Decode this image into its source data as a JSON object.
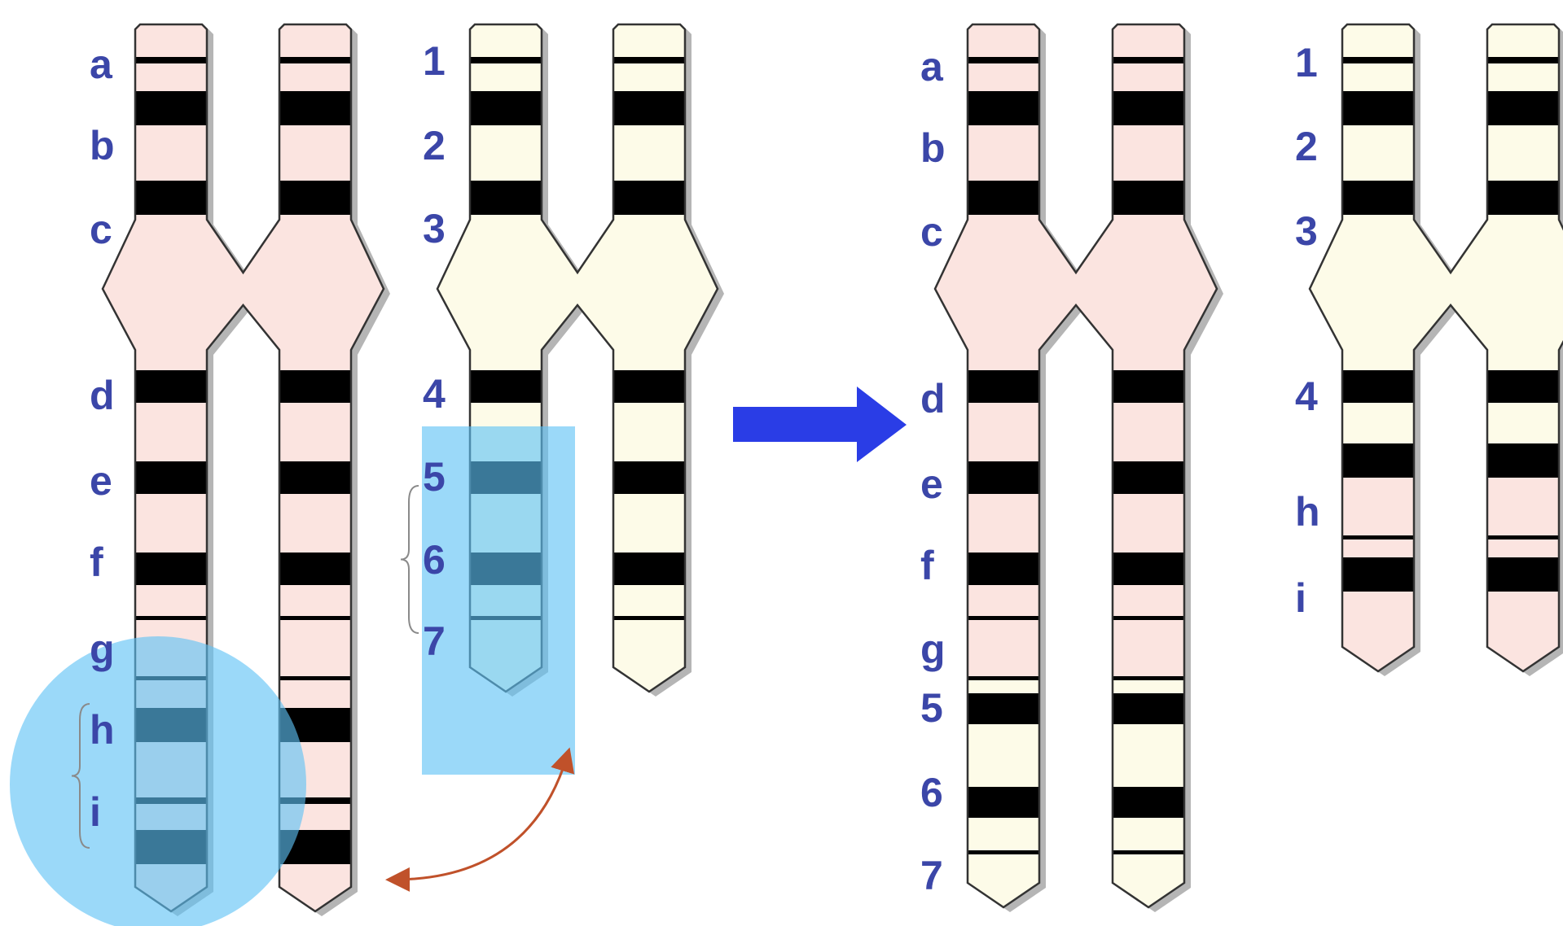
{
  "colors": {
    "pink_chromosome": "#fbe4e0",
    "cream_chromosome": "#fdfbe8",
    "band": "#000000",
    "label": "#3b46a8",
    "highlight": "#5ec1f5",
    "swap_arrow": "#c0512a",
    "result_arrow": "#2a3de6"
  },
  "diagram": {
    "pink_before_labels": [
      "a",
      "b",
      "c",
      "d",
      "e",
      "f",
      "g",
      "h",
      "i"
    ],
    "cream_before_labels": [
      "1",
      "2",
      "3",
      "4",
      "5",
      "6",
      "7"
    ],
    "pink_after_labels": [
      "a",
      "b",
      "c",
      "d",
      "e",
      "f",
      "g",
      "5",
      "6",
      "7"
    ],
    "cream_after_labels": [
      "1",
      "2",
      "3",
      "4",
      "h",
      "i"
    ],
    "highlight_shapes": [
      "circle-highlight",
      "rectangle-highlight"
    ],
    "arrows": [
      "double-headed-swap-arrow",
      "right-arrow"
    ]
  }
}
